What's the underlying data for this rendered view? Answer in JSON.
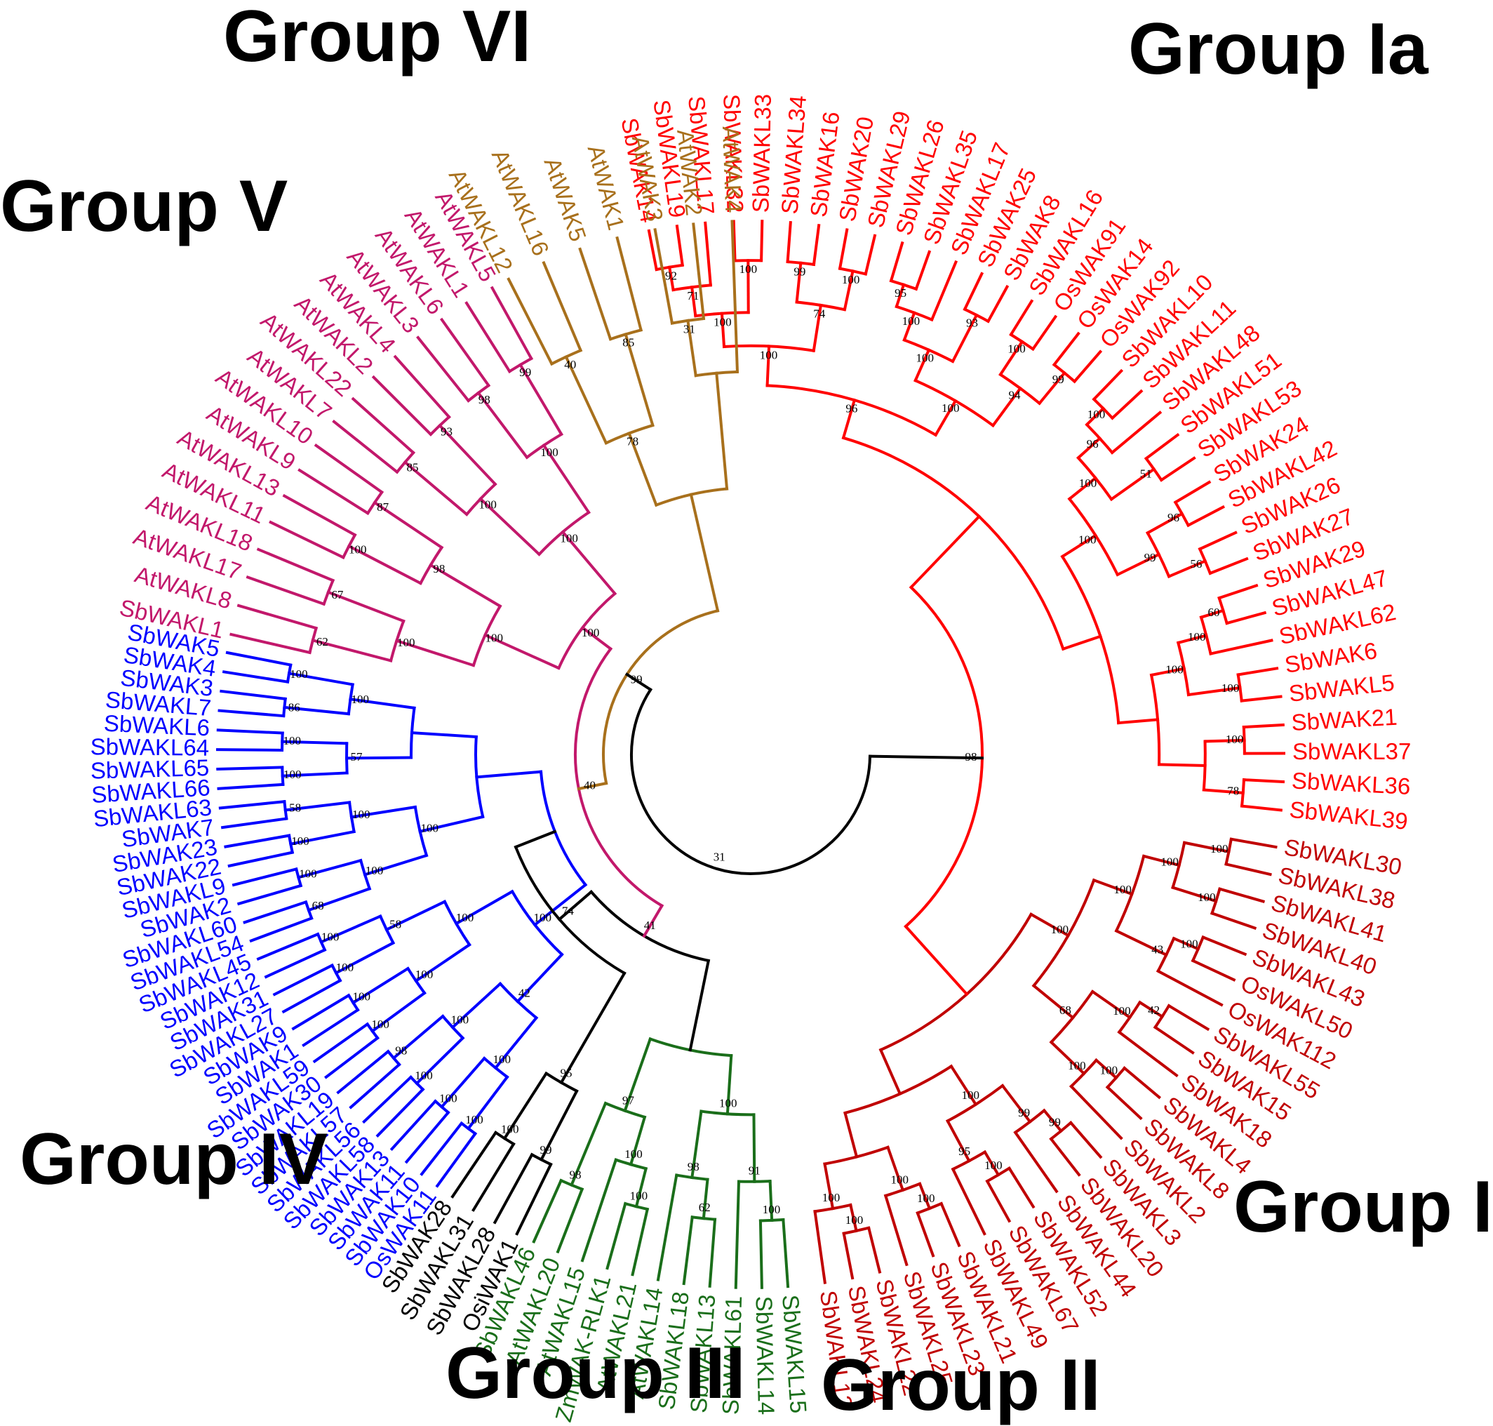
{
  "figure": {
    "type": "circular phylogenetic tree"
  },
  "groups": [
    {
      "id": "Ia",
      "title": "Group Ia",
      "color": "#ff0000",
      "leaves": [
        "SbWAK14",
        "SbWAKL19",
        "SbWAKL17",
        "SbWAKL32",
        "SbWAKL33",
        "SbWAKL34",
        "SbWAK16",
        "SbWAK20",
        "SbWAKL29",
        "SbWAKL26",
        "SbWAKL35",
        "SbWAKL17",
        "SbWAK25",
        "SbWAK8",
        "SbWAKL16",
        "OsWAK91",
        "OsWAK14",
        "OsWAK92",
        "SbWAKL10",
        "SbWAKL11",
        "SbWAKL48",
        "SbWAKL51",
        "SbWAKL53",
        "SbWAK24",
        "SbWAKL42",
        "SbWAK26",
        "SbWAK27",
        "SbWAK29",
        "SbWAKL47",
        "SbWAKL62",
        "SbWAK6",
        "SbWAKL5",
        "SbWAK21",
        "SbWAKL37",
        "SbWAKL36",
        "SbWAKL39"
      ]
    },
    {
      "id": "Ib",
      "title": "Group Ib",
      "color": "#c00000",
      "leaves": [
        "SbWAKL30",
        "SbWAKL38",
        "SbWAKL41",
        "SbWAKL40",
        "SbWAKL43",
        "OsWAKL50",
        "OsWAK112",
        "SbWAKL55",
        "SbWAK15",
        "SbWAK18",
        "SbWAKL4",
        "SbWAKL8",
        "SbWAKL2",
        "SbWAKL3",
        "SbWAKL20",
        "SbWAKL44",
        "SbWAKL52",
        "SbWAKL67",
        "SbWAKL49",
        "SbWAKL21",
        "SbWAKL23",
        "SbWAKL25",
        "SbWAKL22",
        "SbWAKL24",
        "SbWAKL12"
      ]
    },
    {
      "id": "II",
      "title": "Group II",
      "color": "#1a6e1a",
      "leaves": [
        "SbWAKL15",
        "SbWAKL14",
        "SbWAKL61",
        "SbWAKL13",
        "SbWAKL18",
        "AtWAKL14",
        "AtWAKL21",
        "ZmWAK-RLK1",
        "AtWAKL15",
        "AtWAKL20",
        "SbWAKL46"
      ]
    },
    {
      "id": "III",
      "title": "Group III",
      "color": "#000000",
      "leaves": [
        "OsiWAK1",
        "SbWAKL28",
        "SbWAKL31",
        "SbWAK28"
      ]
    },
    {
      "id": "IV",
      "title": "Group IV",
      "color": "#0000ff",
      "leaves": [
        "OsWAK11",
        "SbWAK10",
        "SbWAK11",
        "SbWAK13",
        "SbWAKL58",
        "SbWAKL56",
        "SbWAKL57",
        "SbWAKL19",
        "SbWAK30",
        "SbWAKL59",
        "SbWAK1",
        "SbWAK9",
        "SbWAKL27",
        "SbWAK31",
        "SbWAK12",
        "SbWAKL45",
        "SbWAKL54",
        "SbWAKL60",
        "SbWAK2",
        "SbWAKL9",
        "SbWAK22",
        "SbWAK23",
        "SbWAK7",
        "SbWAKL63",
        "SbWAKL66",
        "SbWAKL65",
        "SbWAKL64",
        "SbWAKL6",
        "SbWAKL7",
        "SbWAK3",
        "SbWAK4",
        "SbWAK5"
      ]
    },
    {
      "id": "V",
      "title": "Group V",
      "color": "#c2186b",
      "leaves": [
        "SbWAKL1",
        "AtWAKL8",
        "AtWAKL17",
        "AtWAKL18",
        "AtWAKL11",
        "AtWAKL13",
        "AtWAKL9",
        "AtWAKL10",
        "AtWAKL7",
        "AtWAKL22",
        "AtWAKL2",
        "AtWAKL4",
        "AtWAKL3",
        "AtWAKL6",
        "AtWAKL1",
        "AtWAKL5"
      ]
    },
    {
      "id": "VI",
      "title": "Group VI",
      "color": "#a8701c",
      "leaves": [
        "AtWAKL12",
        "AtWAKL16",
        "AtWAK5",
        "AtWAK1",
        "AtWAK3",
        "AtWAK2",
        "AtWAK4"
      ]
    }
  ],
  "bootstrap_values": [
    {
      "group": "Ia",
      "values": [
        "92",
        "71",
        "100",
        "100",
        "99",
        "100",
        "74",
        "100",
        "95",
        "100",
        "93",
        "100",
        "100",
        "99",
        "94",
        "100",
        "96",
        "100",
        "96",
        "51",
        "100",
        "96",
        "56",
        "99",
        "100",
        "60",
        "100",
        "100",
        "100",
        "100",
        "78"
      ]
    },
    {
      "group": "Ib",
      "values": [
        "100",
        "100",
        "100",
        "100",
        "43",
        "100",
        "42",
        "100",
        "100",
        "100",
        "68",
        "100",
        "99",
        "99",
        "100",
        "95",
        "100",
        "100",
        "100",
        "100",
        "100"
      ]
    },
    {
      "group": "II",
      "values": [
        "100",
        "91",
        "62",
        "98",
        "100",
        "100",
        "100",
        "98",
        "97"
      ]
    },
    {
      "group": "III",
      "values": [
        "99",
        "100",
        "95"
      ]
    },
    {
      "group": "IV",
      "values": [
        "100",
        "100",
        "100",
        "100",
        "98",
        "100",
        "42",
        "100",
        "100",
        "100",
        "100",
        "100",
        "58",
        "100",
        "100",
        "68",
        "100",
        "100",
        "100",
        "58",
        "100",
        "100",
        "100",
        "100",
        "57",
        "86",
        "100",
        "100"
      ]
    },
    {
      "group": "V",
      "values": [
        "62",
        "67",
        "100",
        "100",
        "87",
        "98",
        "100",
        "85",
        "93",
        "100",
        "98",
        "99",
        "100",
        "100",
        "100"
      ]
    },
    {
      "group": "VI",
      "values": [
        "40",
        "85",
        "78",
        "31"
      ]
    },
    {
      "group": "backbone",
      "values": [
        "99",
        "100",
        "98",
        "40",
        "31",
        "74",
        "41",
        "98"
      ]
    }
  ]
}
